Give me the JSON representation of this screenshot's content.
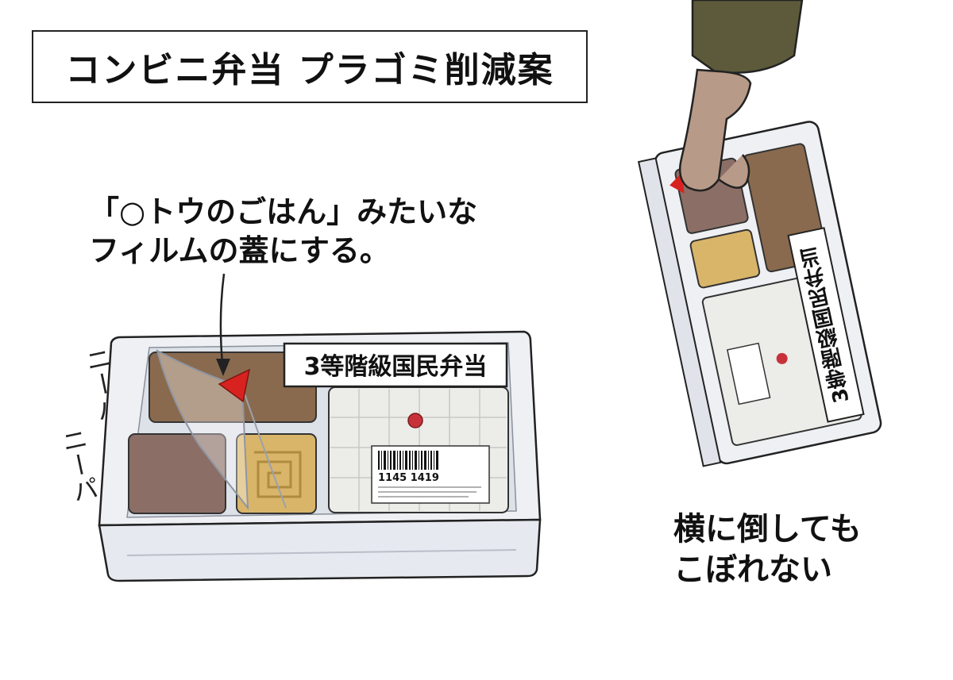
{
  "title": "コンビニ弁当 プラゴミ削減案",
  "film_note": {
    "line1": "「○トウのごはん」みたいな",
    "line2": "フィルムの蓋にする。"
  },
  "sound_effect": "ニーパ",
  "bento_label": "3等階級国民弁当",
  "barcode_number": "1145 1419",
  "side_note": {
    "line1": "横に倒しても",
    "line2": "こぼれない"
  },
  "colors": {
    "outline": "#222222",
    "tray": "#eef0f4",
    "meat_sauce": "#8a6a4e",
    "stew": "#8b6f66",
    "curry": "#d9b56a",
    "rice": "#ecece9",
    "pickled_plum": "#c7323a",
    "tab": "#d7221f",
    "sleeve": "#5c5a3a",
    "hand": "#b89a88"
  },
  "icons": {
    "arrow": "arrow-down-icon",
    "tab": "red-tab-icon"
  }
}
